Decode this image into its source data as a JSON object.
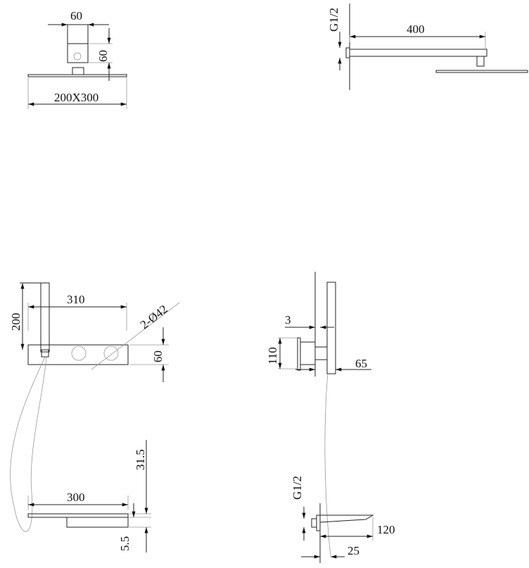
{
  "drawings": {
    "overhead_front": {
      "width": "60",
      "height": "60",
      "size": "200X300"
    },
    "overhead_side": {
      "thread": "G1/2",
      "arm_length": "400"
    },
    "handheld_front": {
      "height": "200",
      "width": "310",
      "holes": "2-Ø42",
      "plate_height": "60"
    },
    "handheld_side": {
      "gap": "3",
      "box_height": "110",
      "depth": "65"
    },
    "spout_front": {
      "height": "31.5",
      "width": "300",
      "lip": "5.5"
    },
    "spout_side": {
      "thread": "G1/2",
      "length": "120",
      "offset": "25"
    }
  }
}
